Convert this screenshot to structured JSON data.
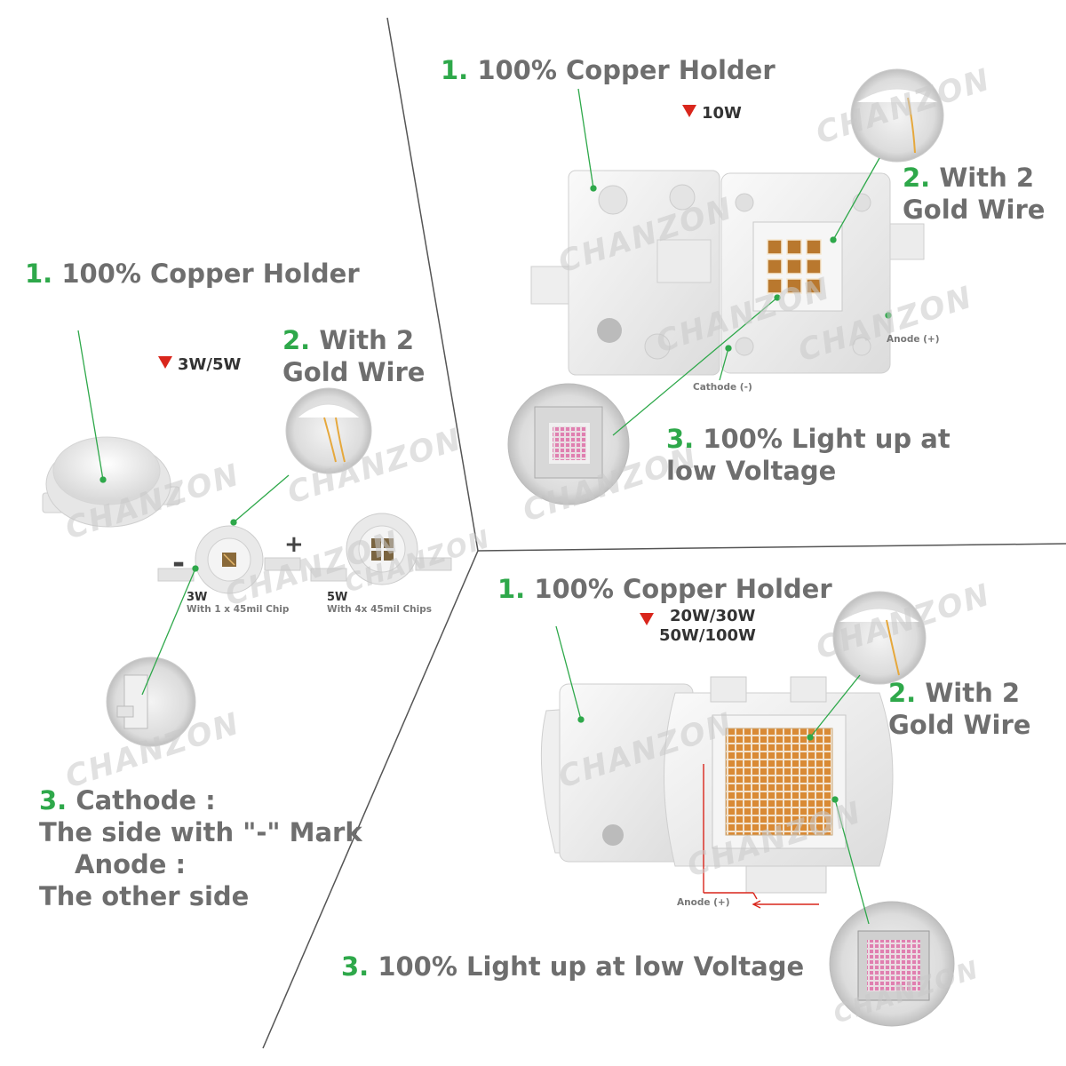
{
  "watermark": "CHANZON",
  "colors": {
    "accent_green": "#2ea84a",
    "heading_gray": "#6e6e6e",
    "marker_red": "#d9261c",
    "chip_orange": "#d98a35",
    "chip_pink": "#e07fb0"
  },
  "left": {
    "copper": {
      "num": "1.",
      "text": "100% Copper Holder"
    },
    "watt": "3W/5W",
    "gold": {
      "num": "2.",
      "line1": "With 2",
      "line2": "Gold Wire"
    },
    "minus": "-",
    "plus": "+",
    "chip3w": {
      "title": "3W",
      "sub": "With 1 x 45mil Chip"
    },
    "chip5w": {
      "title": "5W",
      "sub": "With 4x 45mil Chips"
    },
    "cathode": {
      "num": "3.",
      "line1": "Cathode  :",
      "line2": "The side with \"-\" Mark",
      "line3": "Anode  :",
      "line4": "The other side"
    }
  },
  "top_right": {
    "copper": {
      "num": "1.",
      "text": "100% Copper Holder"
    },
    "watt": "10W",
    "gold": {
      "num": "2.",
      "line1": "With 2",
      "line2": "Gold Wire"
    },
    "anode": "Anode (+)",
    "cathode": "Cathode (-)",
    "light": {
      "num": "3.",
      "line1": "100% Light up at",
      "line2": "low Voltage"
    }
  },
  "bottom_right": {
    "copper": {
      "num": "1.",
      "text": "100% Copper Holder"
    },
    "watt_line1": "20W/30W",
    "watt_line2": "50W/100W",
    "gold": {
      "num": "2.",
      "line1": "With 2",
      "line2": "Gold Wire"
    },
    "anode": "Anode (+)",
    "light": {
      "num": "3.",
      "text": "100% Light up at low Voltage"
    }
  }
}
